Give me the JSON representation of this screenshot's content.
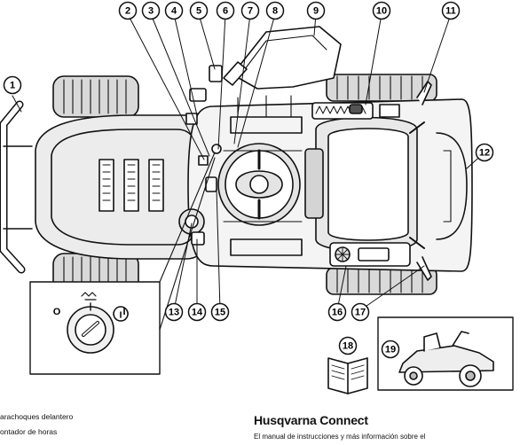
{
  "callouts": [
    "1",
    "2",
    "3",
    "4",
    "5",
    "6",
    "7",
    "8",
    "9",
    "10",
    "11",
    "12",
    "13",
    "14",
    "15",
    "16",
    "17",
    "18",
    "19"
  ],
  "legend": [
    "arachoques delantero",
    "ontador de horas"
  ],
  "brand": {
    "title": "Husqvarna Connect",
    "subtitle": "El manual de instrucciones y más información sobre el"
  },
  "ignition": {
    "off_symbol": "O",
    "on_symbol": "I"
  }
}
